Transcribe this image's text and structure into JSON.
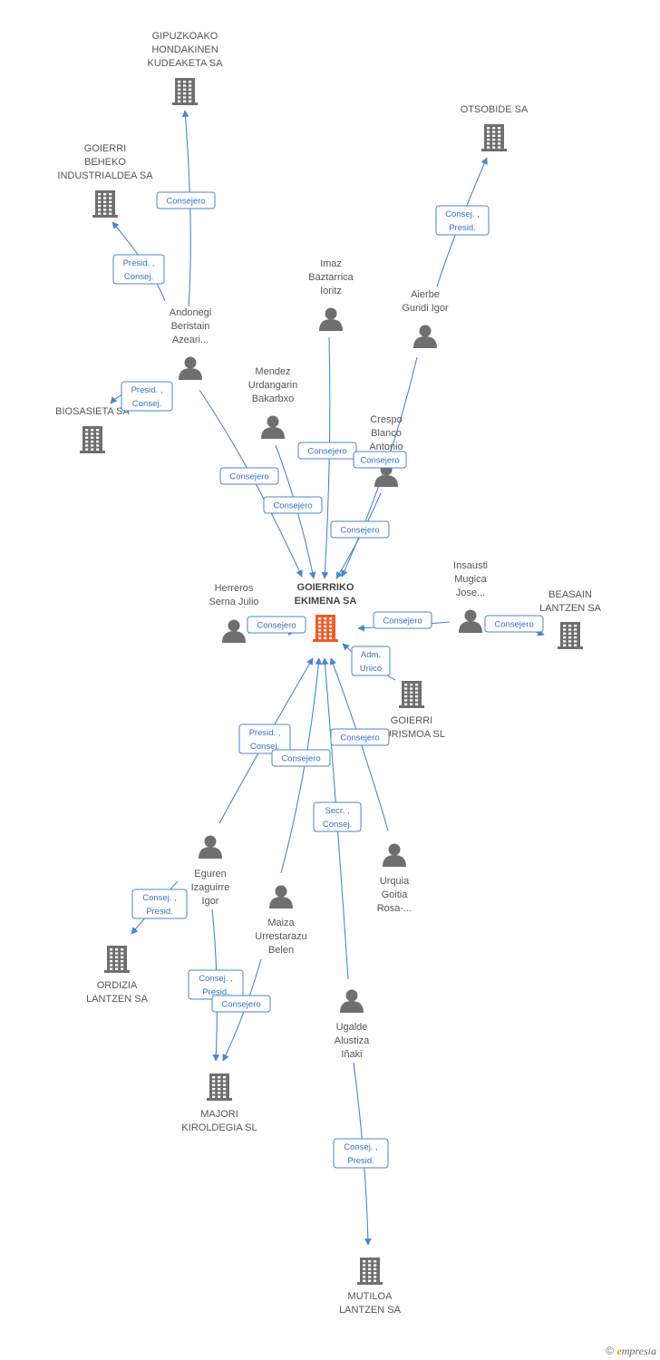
{
  "nodes": [
    {
      "id": "center",
      "type": "company",
      "highlight": true,
      "label": [
        "GOIERRIKO",
        "EKIMENA SA"
      ]
    },
    {
      "id": "gipuzkoako",
      "type": "company",
      "label": [
        "GIPUZKOAKO",
        "HONDAKINEN",
        "KUDEAKETA SA"
      ]
    },
    {
      "id": "otsobide",
      "type": "company",
      "label": [
        "OTSOBIDE SA"
      ]
    },
    {
      "id": "goierri-beheko",
      "type": "company",
      "label": [
        "GOIERRI",
        "BEHEKO",
        "INDUSTRIALDEA SA"
      ]
    },
    {
      "id": "biosasieta",
      "type": "company",
      "label": [
        "BIOSASIETA SA"
      ]
    },
    {
      "id": "beasain",
      "type": "company",
      "label": [
        "BEASAIN",
        "LANTZEN SA"
      ]
    },
    {
      "id": "goierri-turismoa",
      "type": "company",
      "label": [
        "GOIERRI",
        "TURISMOA  SL"
      ]
    },
    {
      "id": "ordizia",
      "type": "company",
      "label": [
        "ORDIZIA",
        "LANTZEN SA"
      ]
    },
    {
      "id": "majori",
      "type": "company",
      "label": [
        "MAJORI",
        "KIROLDEGIA SL"
      ]
    },
    {
      "id": "mutiloa",
      "type": "company",
      "label": [
        "MUTILOA",
        "LANTZEN SA"
      ]
    },
    {
      "id": "andonegi",
      "type": "person",
      "label": [
        "Andonegi",
        "Beristain",
        "Azeari..."
      ]
    },
    {
      "id": "imaz",
      "type": "person",
      "label": [
        "Imaz",
        "Baztarrica",
        "Ioritz"
      ]
    },
    {
      "id": "aierbe",
      "type": "person",
      "label": [
        "Aierbe",
        "Guridi Igor"
      ]
    },
    {
      "id": "mendez",
      "type": "person",
      "label": [
        "Mendez",
        "Urdangarin",
        "Bakarbxo"
      ]
    },
    {
      "id": "crespo",
      "type": "person",
      "label": [
        "Crespo",
        "Blanco",
        "Antonio"
      ]
    },
    {
      "id": "herreros",
      "type": "person",
      "label": [
        "Herreros",
        "Serna Julio"
      ]
    },
    {
      "id": "insausti",
      "type": "person",
      "label": [
        "Insausti",
        "Mugica",
        "Jose..."
      ]
    },
    {
      "id": "eguren",
      "type": "person",
      "label": [
        "Eguren",
        "Izaguirre",
        "Igor"
      ]
    },
    {
      "id": "maiza",
      "type": "person",
      "label": [
        "Maiza",
        "Urrestarazu",
        "Belen"
      ]
    },
    {
      "id": "urquia",
      "type": "person",
      "label": [
        "Urquia",
        "Goitia",
        "Rosa-..."
      ]
    },
    {
      "id": "ugalde",
      "type": "person",
      "label": [
        "Ugalde",
        "Alustiza",
        "Iñaki"
      ]
    }
  ],
  "relations": [
    {
      "from": "andonegi",
      "to": "gipuzkoako",
      "label": [
        "Consejero"
      ]
    },
    {
      "from": "andonegi",
      "to": "goierri-beheko",
      "label": [
        "Presid. ,",
        "Consej."
      ]
    },
    {
      "from": "andonegi",
      "to": "biosasieta",
      "label": [
        "Presid. ,",
        "Consej."
      ]
    },
    {
      "from": "andonegi",
      "to": "center",
      "label": [
        "Consejero"
      ]
    },
    {
      "from": "aierbe",
      "to": "otsobide",
      "label": [
        "Consej. ,",
        "Presid."
      ]
    },
    {
      "from": "aierbe",
      "to": "center",
      "label": [
        "Consejero"
      ]
    },
    {
      "from": "imaz",
      "to": "center",
      "label": [
        "Consejero"
      ]
    },
    {
      "from": "mendez",
      "to": "center",
      "label": [
        "Consejero"
      ]
    },
    {
      "from": "crespo",
      "to": "center",
      "label": [
        "Consejero"
      ]
    },
    {
      "from": "herreros",
      "to": "center",
      "label": [
        "Consejero"
      ]
    },
    {
      "from": "insausti",
      "to": "center",
      "label": [
        "Consejero"
      ]
    },
    {
      "from": "insausti",
      "to": "beasain",
      "label": [
        "Consejero"
      ]
    },
    {
      "from": "goierri-turismoa",
      "to": "center",
      "label": [
        "Adm.",
        "Unico"
      ]
    },
    {
      "from": "eguren",
      "to": "center",
      "label": [
        "Presid. ,",
        "Consej."
      ]
    },
    {
      "from": "maiza",
      "to": "center",
      "label": [
        "Consejero"
      ]
    },
    {
      "from": "urquia",
      "to": "center",
      "label": [
        "Consejero"
      ]
    },
    {
      "from": "ugalde",
      "to": "center",
      "label": [
        "Secr. ,",
        "Consej."
      ]
    },
    {
      "from": "eguren",
      "to": "ordizia",
      "label": [
        "Consej. ,",
        "Presid."
      ]
    },
    {
      "from": "eguren",
      "to": "majori",
      "label": [
        "Consej. ,",
        "Presid."
      ]
    },
    {
      "from": "maiza",
      "to": "majori",
      "label": [
        "Consejero"
      ]
    },
    {
      "from": "ugalde",
      "to": "mutiloa",
      "label": [
        "Consej. ,",
        "Presid."
      ]
    }
  ],
  "colors": {
    "edge": "#4a86d4",
    "icon": "#6f6f6f",
    "highlight": "#f05a28",
    "label": "#555555"
  },
  "footer": {
    "copyright": "©",
    "brand_e": "e",
    "brand_rest": "mpresia"
  }
}
